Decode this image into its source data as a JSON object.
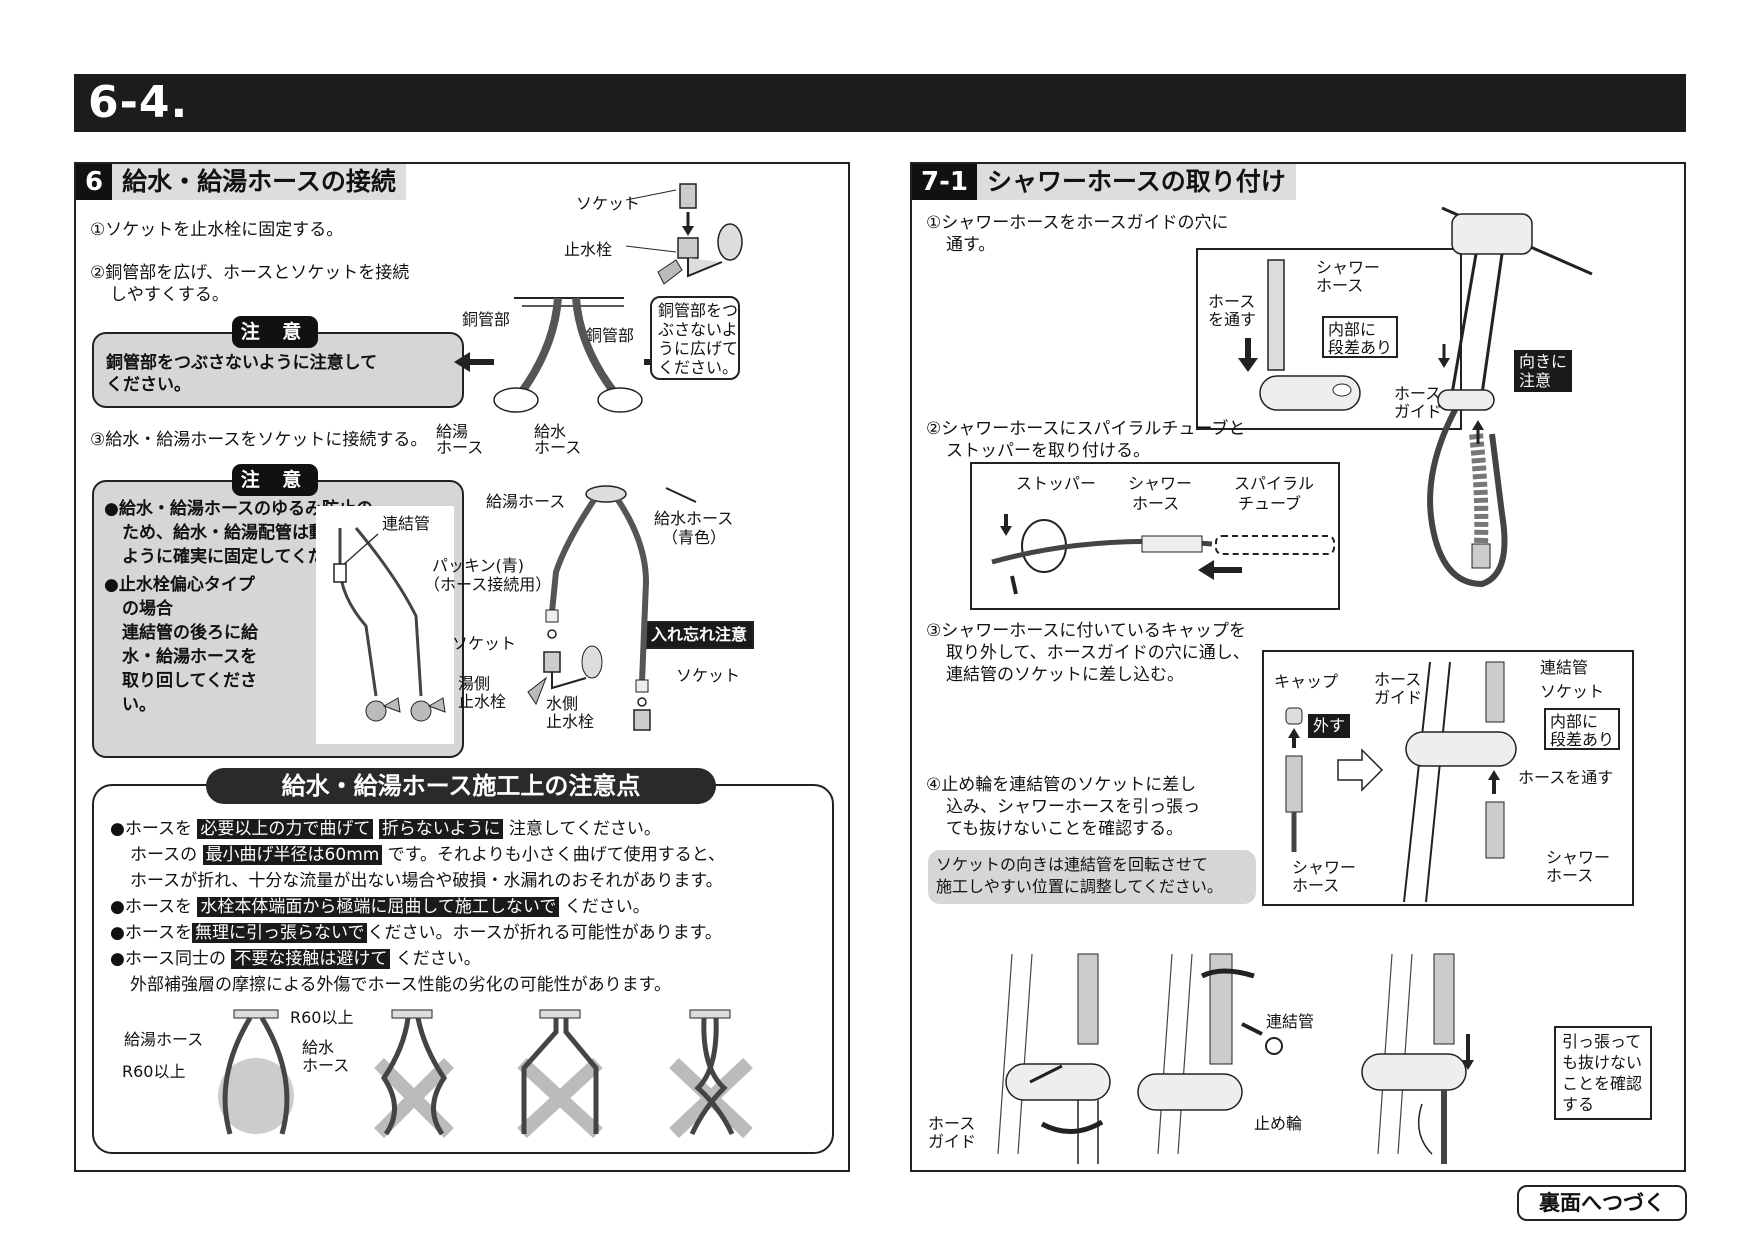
{
  "page_number": "6-4.",
  "s6": {
    "num": "6",
    "title": "給水・給湯ホースの接続",
    "step1": "①ソケットを止水栓に固定する。",
    "step2_l1": "②銅管部を広げ、ホースとソケットを接続",
    "step2_l2": "しやすくする。",
    "caution_tag": "注 意",
    "caution1_l1": "銅管部をつぶさないように注意して",
    "caution1_l2": "ください。",
    "step3": "③給水・給湯ホースをソケットに接続する。",
    "caution2_l1": "●給水・給湯ホースのゆるみ防止の",
    "caution2_l2": "ため、給水・給湯配管は動かない",
    "caution2_l3": "ように確実に固定してください。",
    "caution2_l4": "●止水栓偏心タイプ",
    "caution2_l5": "の場合",
    "caution2_l6": "連結管の後ろに給",
    "caution2_l7": "水・給湯ホースを",
    "caution2_l8": "取り回してくださ",
    "caution2_l9": "い。",
    "label_renketsukan": "連結管",
    "label_socket": "ソケット",
    "label_shisuisen": "止水栓",
    "label_doukanbu": "銅管部",
    "label_doukanbu2": "銅管部",
    "callout_l1": "銅管部をつ",
    "callout_l2": "ぶさないよ",
    "callout_l3": "うに広げて",
    "callout_l4": "ください。",
    "label_kyuto_hose": "給湯",
    "label_kyuto_hose2": "ホース",
    "label_kyusui_hose": "給水",
    "label_kyusui_hose2": "ホース",
    "label_kyuto_hose_full": "給湯ホース",
    "label_kyusui_hose_full": "給水ホース",
    "label_aoiro": "（青色）",
    "label_packing": "パッキン(青)",
    "label_packing2": "（ホース接続用）",
    "label_socket2": "ソケット",
    "label_socket3": "ソケット",
    "label_yugawa": "湯側",
    "label_yugawa2": "止水栓",
    "label_mizugawa": "水側",
    "label_mizugawa2": "止水栓",
    "label_irewasure": "入れ忘れ注意"
  },
  "notes": {
    "title": "給水・給湯ホース施工上の注意点",
    "n1_a": "●ホースを",
    "n1_hl1": "必要以上の力で曲げて",
    "n1_hl2": "折らないように",
    "n1_b": "注意してください。",
    "n2_a": "ホースの",
    "n2_hl": "最小曲げ半径は60mm",
    "n2_b": "です。それよりも小さく曲げて使用すると、",
    "n3": "ホースが折れ、十分な流量が出ない場合や破損・水漏れのおそれがあります。",
    "n4_a": "●ホースを",
    "n4_hl": "水栓本体端面から極端に屈曲して施工しないで",
    "n4_b": "ください。",
    "n5_a": "●ホースを",
    "n5_hl": "無理に引っ張らないで",
    "n5_b": "ください。ホースが折れる可能性があります。",
    "n6_a": "●ホース同士の",
    "n6_hl": "不要な接触は避けて",
    "n6_b": "ください。",
    "n7": "外部補強層の摩擦による外傷でホース性能の劣化の可能性があります。",
    "fig_kyuto": "給湯ホース",
    "fig_r60": "R60以上",
    "fig_r60b": "R60以上",
    "fig_kyusui": "給水",
    "fig_kyusui2": "ホース"
  },
  "s7": {
    "num": "7-1",
    "title": "シャワーホースの取り付け",
    "step1_l1": "①シャワーホースをホースガイドの穴に",
    "step1_l2": "通す。",
    "label_hose_tosu": "ホース",
    "label_hose_tosu2": "を通す",
    "label_shower_hose": "シャワー",
    "label_shower_hose2": "ホース",
    "label_naibu": "内部に",
    "label_naibu2": "段差あり",
    "label_hose_guide": "ホース",
    "label_hose_guide2": "ガイド",
    "label_mukini": "向きに",
    "label_mukini2": "注意",
    "step2_l1": "②シャワーホースにスパイラルチューブと",
    "step2_l2": "ストッパーを取り付ける。",
    "label_stopper": "ストッパー",
    "label_shower": "シャワー",
    "label_shower2": "ホース",
    "label_spiral": "スパイラル",
    "label_spiral2": "チューブ",
    "step3_l1": "③シャワーホースに付いているキャップを",
    "step3_l2": "取り外して、ホースガイドの穴に通し、",
    "step3_l3": "連結管のソケットに差し込む。",
    "label_cap": "キャップ",
    "label_hazusu": "外す",
    "label_hoseguide3": "ホース",
    "label_hoseguide4": "ガイド",
    "label_renketsukan": "連結管",
    "label_socket": "ソケット",
    "label_naibu3": "内部に",
    "label_naibu4": "段差あり",
    "label_hose_tosu3": "ホースを通す",
    "label_shower3": "シャワー",
    "label_shower4": "ホース",
    "label_shower5": "シャワー",
    "label_shower6": "ホース",
    "step4_l1": "④止め輪を連結管のソケットに差し",
    "step4_l2": "込み、シャワーホースを引っ張っ",
    "step4_l3": "ても抜けないことを確認する。",
    "tip_l1": "ソケットの向きは連結管を回転させて",
    "tip_l2": "施工しやすい位置に調整してください。",
    "label_hoseguide5": "ホース",
    "label_hoseguide6": "ガイド",
    "label_renketsukan2": "連結管",
    "label_tomewa": "止め輪",
    "pull_l1": "引っ張って",
    "pull_l2": "も抜けない",
    "pull_l3": "ことを確認",
    "pull_l4": "する"
  },
  "continue": "裏面へつづく"
}
